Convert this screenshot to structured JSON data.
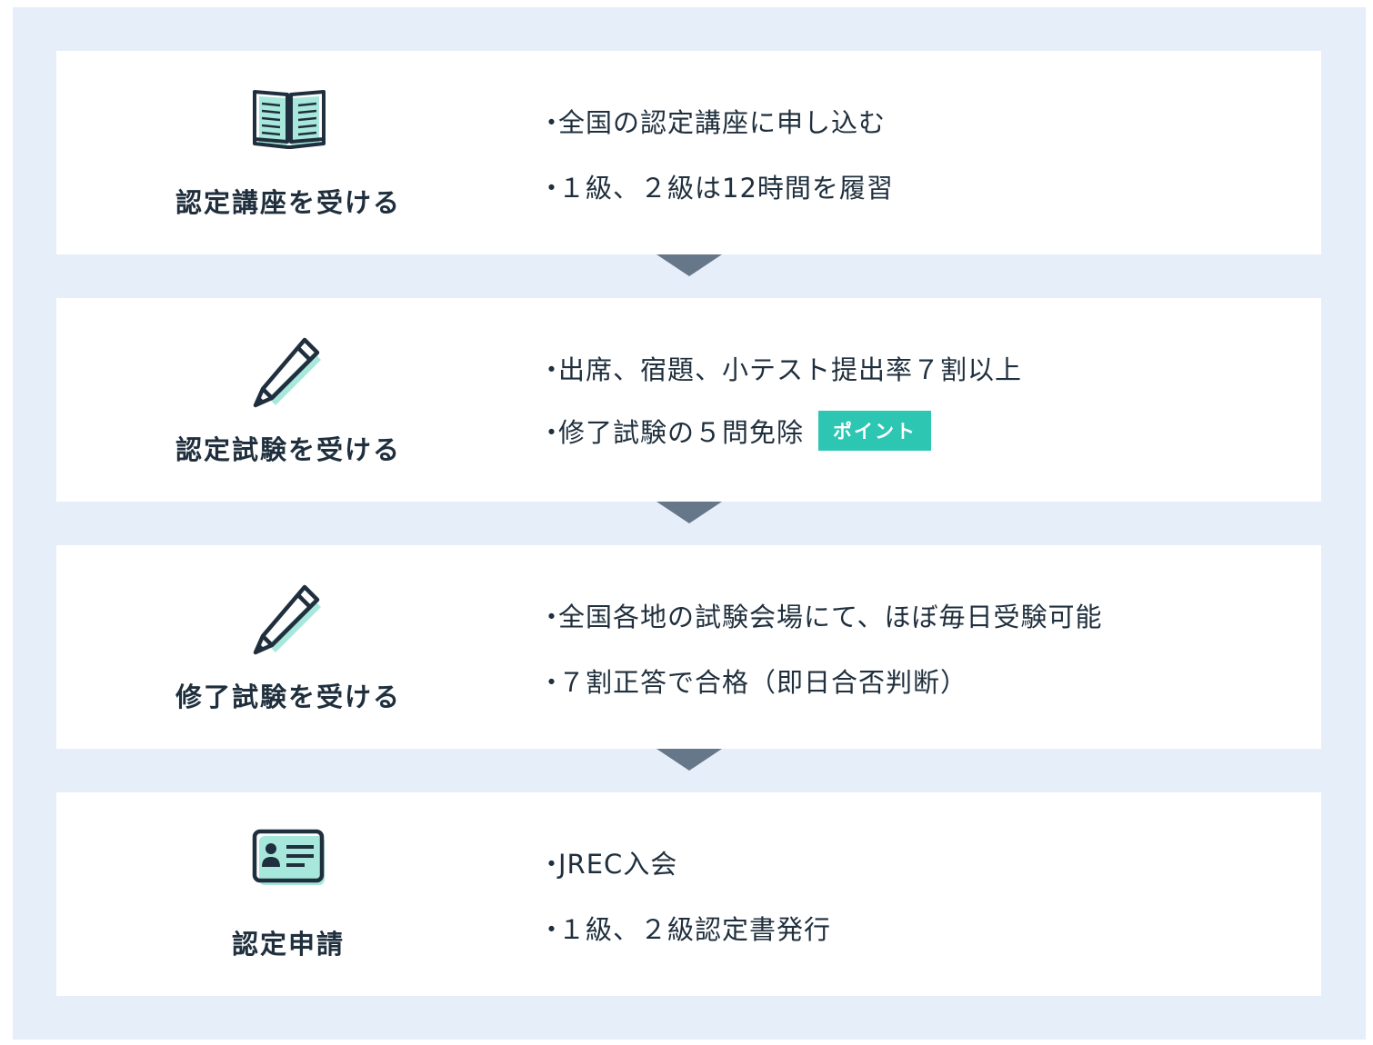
{
  "steps": [
    {
      "icon": "open-book-icon",
      "title": "認定講座を受ける",
      "bullets": [
        "全国の認定講座に申し込む",
        "１級、２級は12時間を履習"
      ]
    },
    {
      "icon": "pencil-icon",
      "title": "認定試験を受ける",
      "bullets": [
        "出席、宿題、小テスト提出率７割以上",
        "修了試験の５問免除"
      ],
      "badge": "ポイント"
    },
    {
      "icon": "pencil-icon",
      "title": "修了試験を受ける",
      "bullets": [
        "全国各地の試験会場にて、ほぼ毎日受験可能",
        "７割正答で合格（即日合否判断）"
      ]
    },
    {
      "icon": "id-card-icon",
      "title": "認定申請",
      "bullets": [
        "JREC入会",
        "１級、２級認定書発行"
      ]
    }
  ],
  "bullet_marker": "・",
  "colors": {
    "background": "#e6eef9",
    "card": "#ffffff",
    "text": "#1f2f3d",
    "accent": "#2dc6b3",
    "icon_fill": "#a8e8dc",
    "arrow": "#66778a"
  }
}
